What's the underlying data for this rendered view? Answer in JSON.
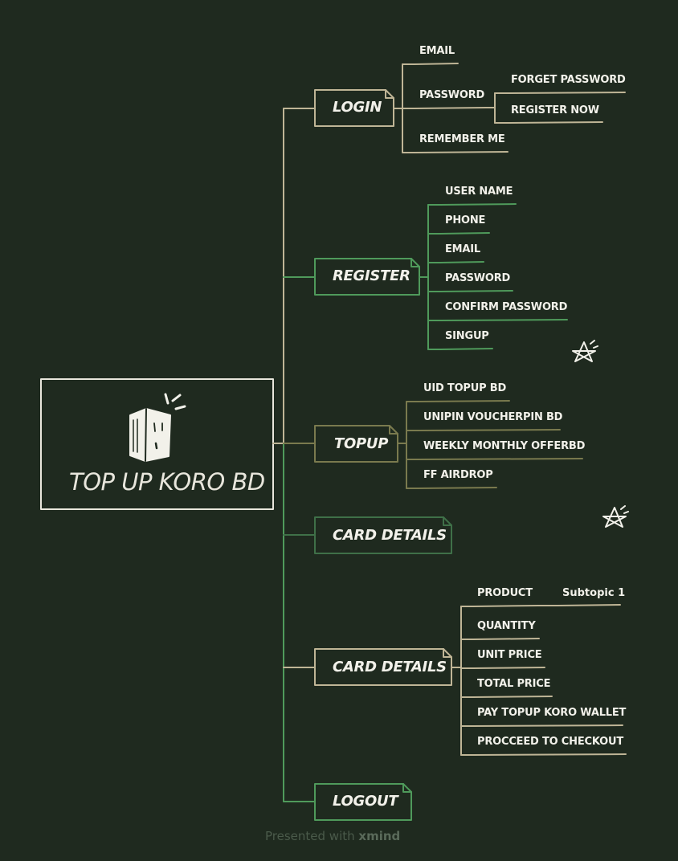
{
  "colors": {
    "background": "#1f2a1f",
    "tan": "#bfb596",
    "green": "#4f9a5b",
    "olive": "#7a7a4e",
    "dark_green": "#3f7048",
    "text": "#f2f1ea"
  },
  "root": {
    "title": "TOP UP KORO BD",
    "icon": "book-character-icon"
  },
  "branches": {
    "login": {
      "label": "LOGIN",
      "items": [
        "EMAIL",
        "PASSWORD",
        "REMEMBER ME"
      ],
      "password_children": [
        "FORGET PASSWORD",
        "REGISTER NOW"
      ]
    },
    "register": {
      "label": "REGISTER",
      "items": [
        "USER NAME",
        "PHONE",
        "EMAIL",
        "PASSWORD",
        "CONFIRM PASSWORD",
        "SINGUP"
      ]
    },
    "topup": {
      "label": "TOPUP",
      "items": [
        "UID TOPUP BD",
        "UNIPIN VOUCHERPIN BD",
        "WEEKLY MONTHLY OFFERBD",
        "FF AIRDROP"
      ]
    },
    "card_details_1": {
      "label": "CARD DETAILS"
    },
    "card_details_2": {
      "label": "CARD DETAILS",
      "items": [
        "PRODUCT",
        "QUANTITY",
        "UNIT PRICE",
        "TOTAL PRICE",
        "PAY TOPUP KORO WALLET",
        "PROCCEED TO CHECKOUT"
      ],
      "product_child": "Subtopic 1"
    },
    "logout": {
      "label": "LOGOUT"
    }
  },
  "footer": {
    "prefix": "Presented with",
    "brand": "xmind"
  }
}
